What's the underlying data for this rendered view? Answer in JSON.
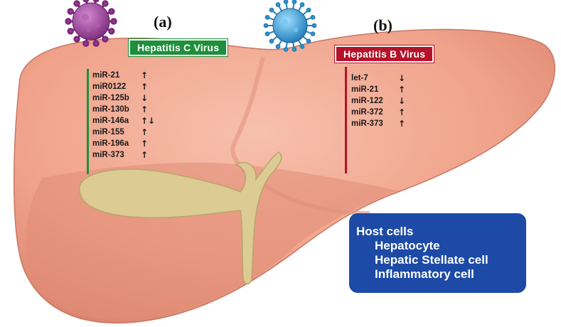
{
  "panels": {
    "a": {
      "label": "(a)"
    },
    "b": {
      "label": "(b)"
    }
  },
  "hcv": {
    "title": "Hepatitis C Virus",
    "mirnas": [
      {
        "name": "miR-21",
        "arrow": "↑"
      },
      {
        "name": "miR0122",
        "arrow": "↑"
      },
      {
        "name": "miR-125b",
        "arrow": "↓"
      },
      {
        "name": "miR-130b",
        "arrow": "↑"
      },
      {
        "name": "miR-146a",
        "arrow": "↑↓"
      },
      {
        "name": "miR-155",
        "arrow": "↑"
      },
      {
        "name": "miR-196a",
        "arrow": "↑"
      },
      {
        "name": "miR-373",
        "arrow": "↑"
      }
    ],
    "color": "#1e8f3a"
  },
  "hbv": {
    "title": "Hepatitis B Virus",
    "mirnas": [
      {
        "name": "let-7",
        "arrow": "↓"
      },
      {
        "name": "miR-21",
        "arrow": "↑"
      },
      {
        "name": "miR-122",
        "arrow": "↓"
      },
      {
        "name": "miR-372",
        "arrow": "↑"
      },
      {
        "name": "miR-373",
        "arrow": "↑"
      }
    ],
    "color": "#b5122a"
  },
  "host": {
    "title": "Host cells",
    "items": [
      "Hepatocyte",
      "Hepatic Stellate cell",
      "Inflammatory cell"
    ],
    "color": "#1c4aa6"
  },
  "colors": {
    "liver": "#f2a58f",
    "liver_shadow": "#d98470",
    "gallbladder": "#d8c98f",
    "hcv_virus": "#9b3e9a",
    "hbv_virus": "#2a9fd8"
  },
  "icons": [
    "hcv-virus-icon",
    "hbv-virus-icon",
    "liver-illustration",
    "gallbladder-illustration"
  ]
}
